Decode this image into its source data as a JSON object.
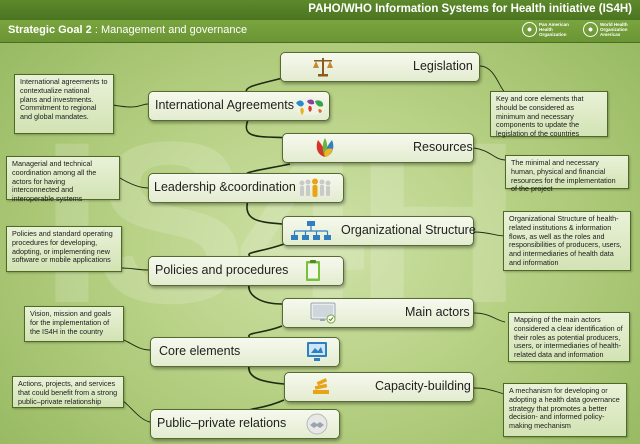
{
  "header": {
    "title": "PAHO/WHO Information Systems for Health initiative (IS4H)",
    "goal_prefix": "Strategic Goal 2",
    "goal_sep": " : ",
    "goal_text": "Management and governance",
    "logo_paho": "Pan American Health Organization",
    "logo_who": "World Health Organization Americas"
  },
  "watermark": "IS4H",
  "nodes": {
    "legislation": "Legislation",
    "international_agreements": "International Agreements",
    "resources": "Resources",
    "leadership": "Leadership &coordination",
    "org_structure": "Organizational Structure",
    "policies": "Policies and procedures",
    "main_actors": "Main actors",
    "core_elements": "Core elements",
    "capacity": "Capacity-building",
    "ppp": "Public–private relations"
  },
  "notes": {
    "intl": "International agreements to contextualize national plans and investments.  Commitment to regional and global mandates.",
    "legis": "Key and core elements that should be considered as minimum and necessary components to update the legislation of the countries",
    "leader": "Managerial and technical coordination among all the actors for having interconnected and interoperable systems",
    "resources": "The minimal and necessary human, physical and financial resources for the implementation of the project",
    "policies": "Policies and standard operating procedures for developing, adopting, or implementing new software or mobile applications",
    "org": "Organizational Structure of health-related institutions & information flows, as well as the roles and responsibilities of producers, users, and intermediaries of health data and information",
    "vision": "Vision, mission and goals for the implementation of the IS4H in the country",
    "actors": "Mapping of the main actors considered a clear identification of their roles as potential producers, users, or intermediaries of health-related data and information",
    "ppp": "Actions, projects, and services that could benefit from a strong public–private relationship",
    "capacity": "A mechanism for developing or adopting a health data governance strategy that promotes a better decision- and informed policy-making mechanism"
  },
  "icons": {
    "legislation": "scales-icon",
    "international_agreements": "world-map-icon",
    "resources": "leaves-icon",
    "leadership": "people-icon",
    "org_structure": "org-chart-icon",
    "policies": "clipboard-icon",
    "main_actors": "monitor-icon",
    "core_elements": "screen-icon",
    "capacity": "stack-icon",
    "ppp": "handshake-icon"
  },
  "colors": {
    "header": "#4b7420",
    "goalbar": "#6b9534",
    "accent_blue": "#2f7fc1"
  }
}
